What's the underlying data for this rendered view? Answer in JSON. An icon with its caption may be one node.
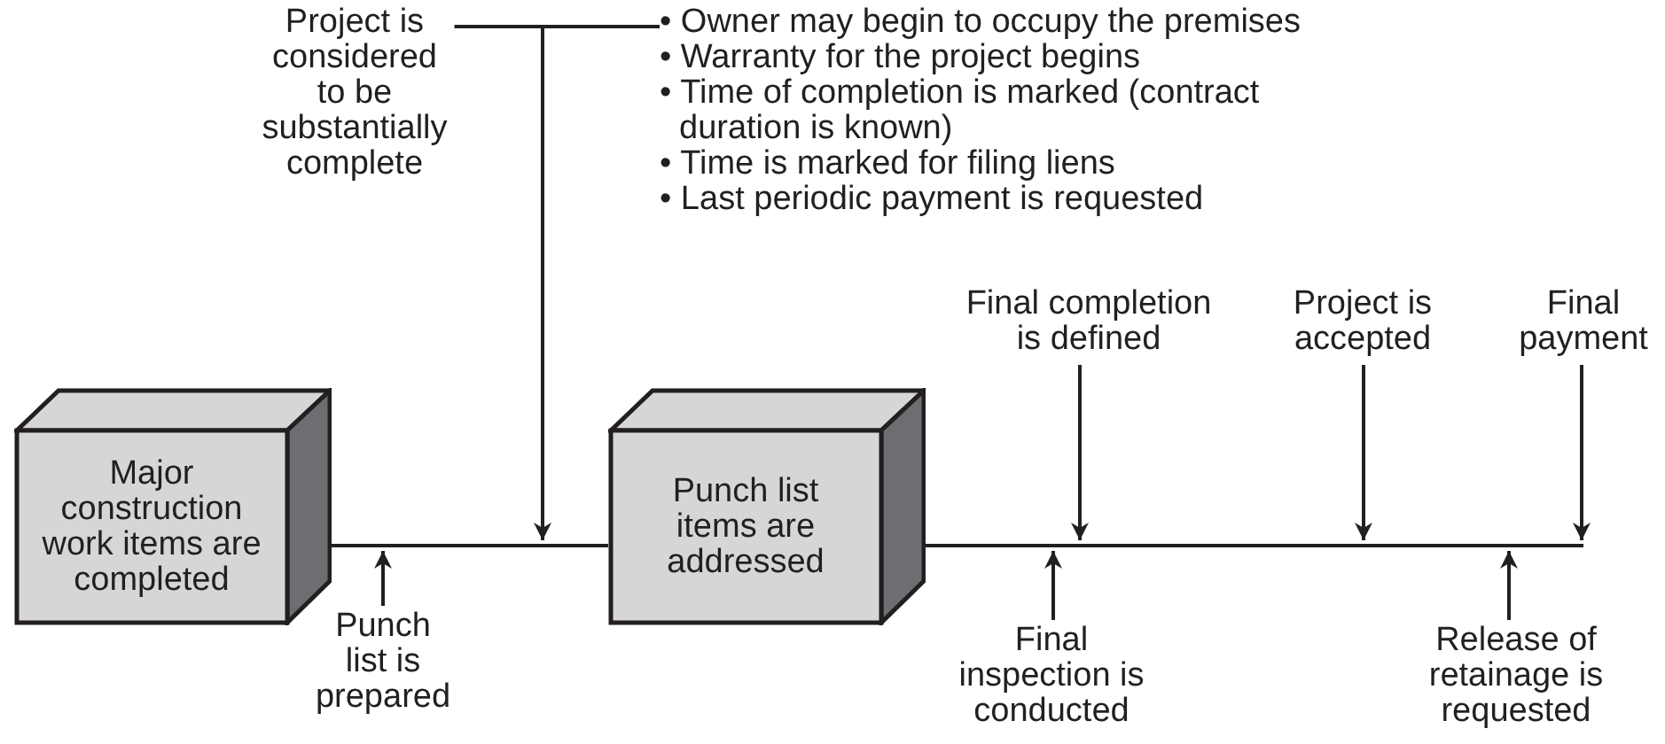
{
  "diagram": {
    "nodes": [
      {
        "text": [
          "Major construction work items are completed"
        ]
      },
      {
        "text": [
          "Punch list items are addressed"
        ]
      },
      {
        "text": [
          "Punch list is prepared"
        ]
      },
      {
        "text": [
          "Project is considered to be substantially complete"
        ]
      },
      {
        "text": [
          "• Owner may begin to occupy the premises",
          "• Warranty for the project begins",
          "• Time of completion is marked (contract duration is known)",
          "• Time is marked for filing liens",
          "• Last periodic payment is requested"
        ]
      },
      {
        "text": [
          "Final completion is defined"
        ]
      },
      {
        "text": [
          "Project is accepted"
        ]
      },
      {
        "text": [
          "Final payment"
        ]
      },
      {
        "text": [
          "Final inspection is conducted"
        ]
      },
      {
        "text": [
          "Release of retainage is requested"
        ]
      }
    ],
    "edges": [
      {
        "from": 0,
        "to": 1,
        "arrow": "none"
      },
      {
        "from": 1,
        "to": null,
        "arrow": "none"
      },
      {
        "from": 2,
        "to": null,
        "arrow": "to"
      },
      {
        "from": 3,
        "to": 4,
        "arrow": "none"
      },
      {
        "from": 3,
        "to": null,
        "arrow": "to"
      },
      {
        "from": 5,
        "to": null,
        "arrow": "to"
      },
      {
        "from": 6,
        "to": null,
        "arrow": "to"
      },
      {
        "from": 7,
        "to": null,
        "arrow": "to"
      },
      {
        "from": 8,
        "to": null,
        "arrow": "to"
      },
      {
        "from": 9,
        "to": null,
        "arrow": "to"
      }
    ]
  }
}
